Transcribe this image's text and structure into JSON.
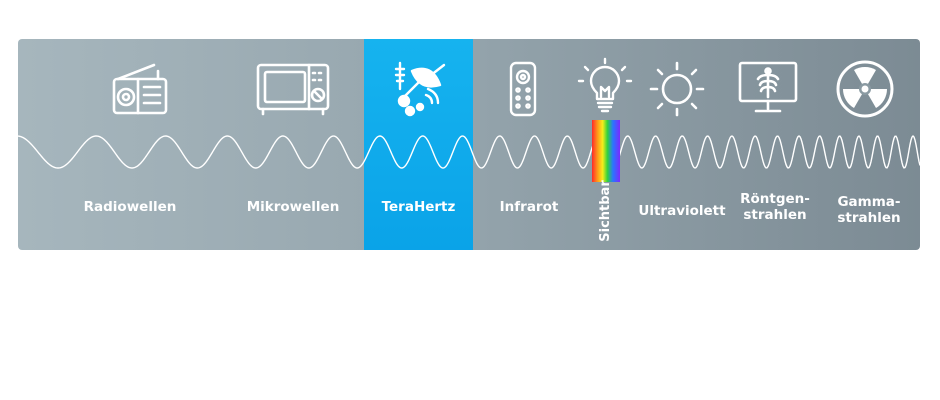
{
  "spectrum": {
    "highlight_color": "#0aa3e8",
    "wave_color": "#ffffff",
    "items": [
      {
        "key": "radio",
        "label": "Radiowellen",
        "icon": "radio-icon"
      },
      {
        "key": "micro",
        "label": "Mikrowellen",
        "icon": "microwave-oven-icon"
      },
      {
        "key": "thz",
        "label": "TeraHertz",
        "icon": "satellite-dish-antenna-icon",
        "highlighted": true
      },
      {
        "key": "ir",
        "label": "Infrarot",
        "icon": "remote-control-icon"
      },
      {
        "key": "vis",
        "label": "Sichtbar",
        "icon": "light-bulb-icon"
      },
      {
        "key": "uv",
        "label": "Ultraviolett",
        "icon": "sun-icon"
      },
      {
        "key": "xray",
        "label_line1": "Röntgen-",
        "label_line2": "strahlen",
        "icon": "x-ray-monitor-icon"
      },
      {
        "key": "gamma",
        "label_line1": "Gamma-",
        "label_line2": "strahlen",
        "icon": "radiation-icon"
      }
    ]
  }
}
